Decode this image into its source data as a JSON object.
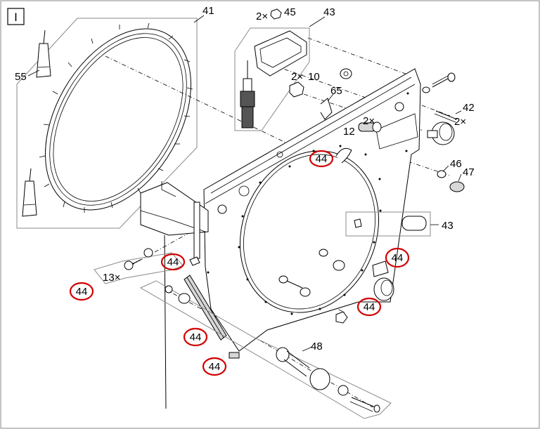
{
  "diagram": {
    "view_label": "I",
    "labels": {
      "p41": "41",
      "p55": "55",
      "p45": "45",
      "p45_qty": "2×",
      "p43_top": "43",
      "p10": "10",
      "p10_qty": "2×",
      "p65": "65",
      "p12": "12",
      "p12_qty": "2×",
      "p42": "42",
      "p42_qty": "2×",
      "p46": "46",
      "p47": "47",
      "p43_mid": "43",
      "p13_qty": "13×",
      "p48": "48"
    },
    "callouts": [
      "44",
      "44",
      "44",
      "44",
      "44",
      "44",
      "44"
    ],
    "colors": {
      "callout_ring": "#d10000",
      "line": "#000000",
      "frame": "#8a8a8a"
    }
  }
}
